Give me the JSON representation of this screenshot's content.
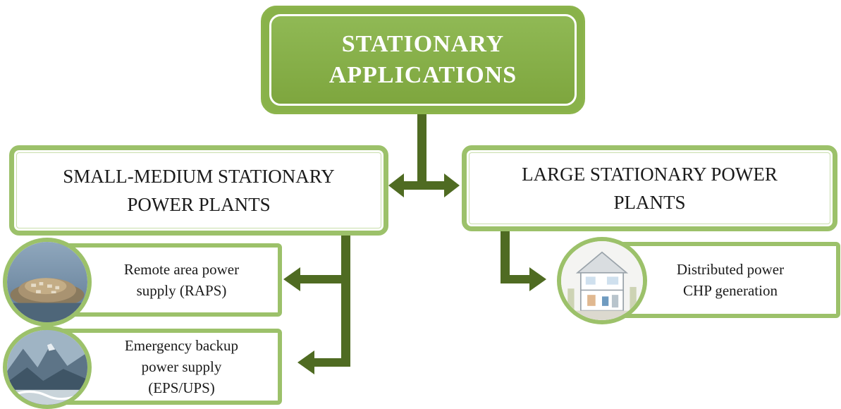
{
  "title": "STATIONARY\nAPPLICATIONS",
  "categories": {
    "small": "SMALL-MEDIUM STATIONARY\nPOWER PLANTS",
    "large": "LARGE STATIONARY POWER\nPLANTS"
  },
  "items": {
    "raps": "Remote area power\nsupply (RAPS)",
    "eps": "Emergency backup\npower supply\n(EPS/UPS)",
    "chp": "Distributed power\nCHP generation"
  },
  "colors": {
    "accent": "#89b24a",
    "border": "#9cc16a",
    "arrow": "#4f6b22"
  },
  "icons": {
    "raps": "remote-village-photo",
    "eps": "mountain-landscape-photo",
    "chp": "house-cutaway-photo"
  }
}
